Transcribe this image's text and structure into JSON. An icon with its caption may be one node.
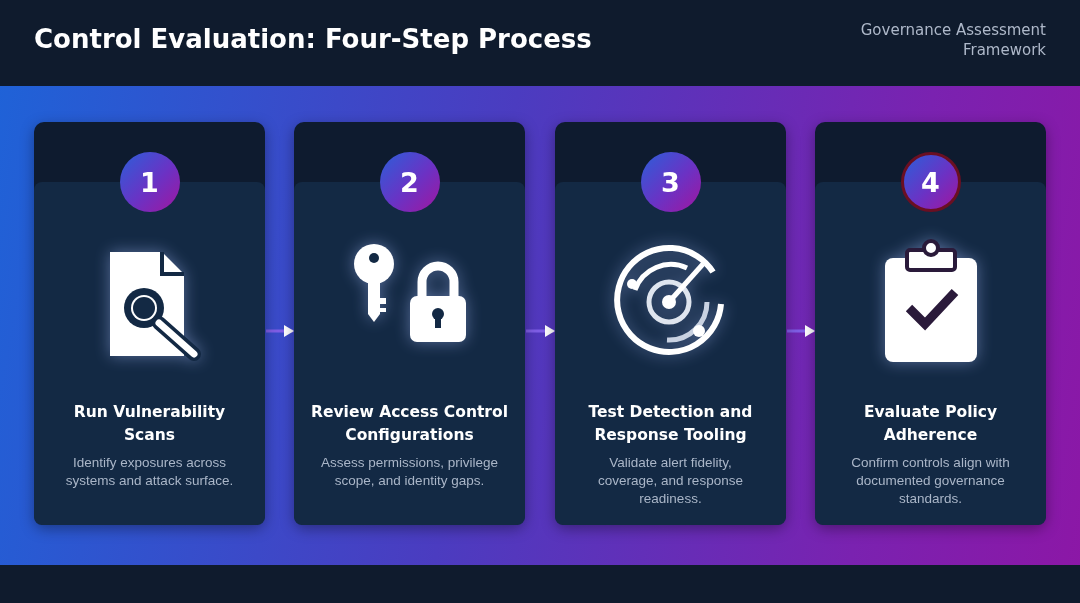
{
  "diagram": {
    "title": "Control Evaluation: Four-Step Process",
    "nodes": [
      {
        "text": [
          "1",
          "Run Vulnerability Scans",
          "Identify exposures across systems and attack surface."
        ]
      },
      {
        "text": [
          "2",
          "Review Access Control Configurations",
          "Assess permissions, privilege scope, and identity gaps."
        ]
      },
      {
        "text": [
          "3",
          "Test Detection and Response Tooling",
          "Validate alert fidelity, coverage, and response readiness."
        ]
      },
      {
        "text": [
          "4",
          "Evaluate Policy Adherence",
          "Confirm controls align with documented governance standards."
        ]
      }
    ],
    "edges": [
      {
        "from": 0,
        "to": 1,
        "arrow": "to"
      },
      {
        "from": 1,
        "to": 2,
        "arrow": "to"
      },
      {
        "from": 2,
        "to": 3,
        "arrow": "to"
      }
    ],
    "labels": [
      "Governance Assessment Framework"
    ]
  }
}
